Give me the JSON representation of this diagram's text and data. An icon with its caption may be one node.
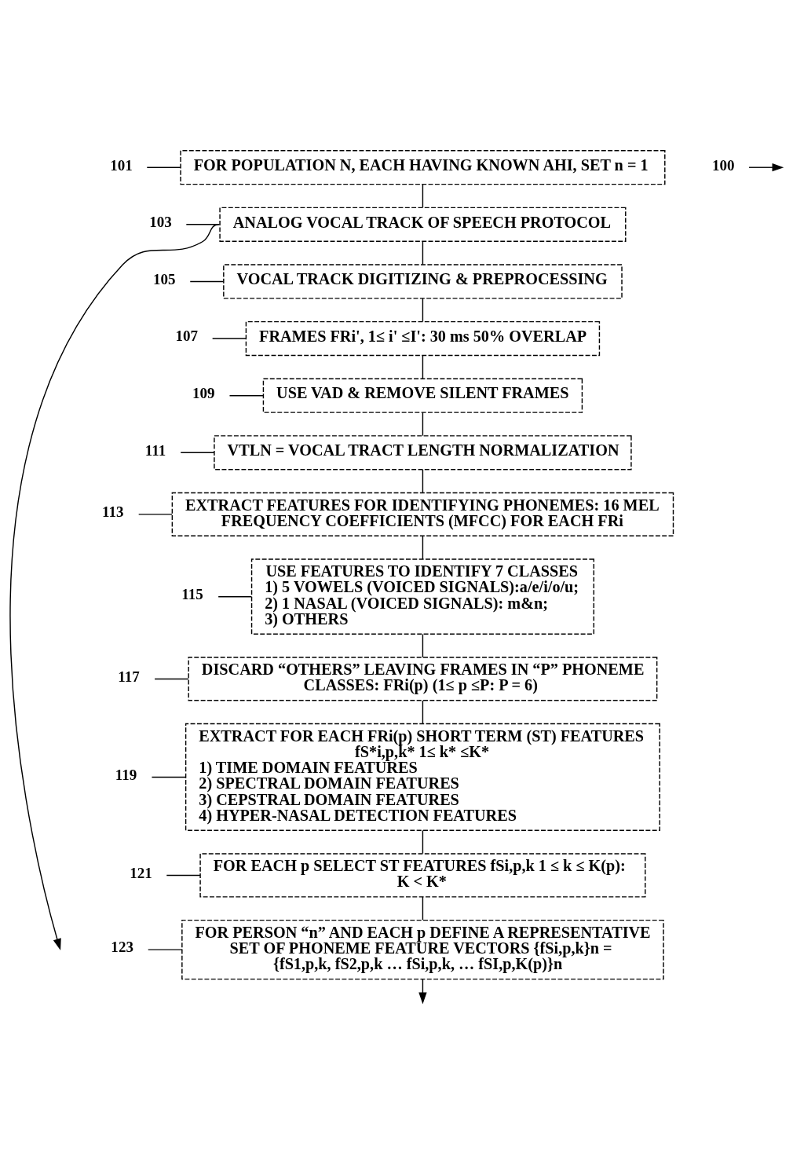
{
  "diagram": {
    "nodes": [
      {
        "text": [
          "FOR POPULATION N, EACH HAVING KNOWN AHI, SET n = 1"
        ]
      },
      {
        "text": [
          "ANALOG VOCAL TRACK OF SPEECH PROTOCOL"
        ]
      },
      {
        "text": [
          "VOCAL TRACK DIGITIZING & PREPROCESSING"
        ]
      },
      {
        "text": [
          "FRAMES FRi', 1≤ i' ≤I': 30 ms 50% OVERLAP"
        ]
      },
      {
        "text": [
          "USE VAD & REMOVE SILENT FRAMES"
        ]
      },
      {
        "text": [
          "VTLN = VOCAL TRACT LENGTH NORMALIZATION"
        ]
      },
      {
        "text": [
          "EXTRACT FEATURES FOR IDENTIFYING PHONEMES: 16 MEL FREQUENCY COEFFICIENTS (MFCC) FOR EACH FRi"
        ]
      },
      {
        "text": [
          "USE FEATURES TO IDENTIFY 7 CLASSES",
          "1) 5 VOWELS (VOICED SIGNALS):a/e/i/o/u;",
          "2) 1 NASAL (VOICED SIGNALS): m&n;",
          "3) OTHERS"
        ]
      },
      {
        "text": [
          "DISCARD “OTHERS” LEAVING FRAMES IN “P” PHONEME CLASSES: FRi(p) (1≤ p ≤P: P = 6)"
        ]
      },
      {
        "text": [
          "EXTRACT FOR EACH FRi(p) SHORT TERM (ST) FEATURES fS*i,p,k* 1≤ k* ≤K*",
          "1) TIME DOMAIN FEATURES",
          "2) SPECTRAL DOMAIN FEATURES",
          "3) CEPSTRAL DOMAIN FEATURES",
          "4) HYPER-NASAL DETECTION FEATURES"
        ]
      },
      {
        "text": [
          "FOR EACH p SELECT ST FEATURES fSi,p,k 1 ≤ k ≤ K(p): K < K*"
        ]
      },
      {
        "text": [
          "FOR PERSON “n” AND EACH p DEFINE A REPRESENTATIVE SET OF PHONEME FEATURE VECTORS {fSi,p,k}n = {fS1,p,k, fS2,p,k … fSi,p,k, … fSI,p,K(p)}n"
        ]
      },
      {
        "text": [
          "100"
        ]
      },
      {
        "text": [
          "101"
        ]
      },
      {
        "text": [
          "103"
        ]
      },
      {
        "text": [
          "105"
        ]
      },
      {
        "text": [
          "107"
        ]
      },
      {
        "text": [
          "109"
        ]
      },
      {
        "text": [
          "111"
        ]
      },
      {
        "text": [
          "113"
        ]
      },
      {
        "text": [
          "115"
        ]
      },
      {
        "text": [
          "117"
        ]
      },
      {
        "text": [
          "119"
        ]
      },
      {
        "text": [
          "121"
        ]
      },
      {
        "text": [
          "123"
        ]
      }
    ],
    "edges": [
      {
        "from": 0,
        "to": 1,
        "arrow": "none"
      },
      {
        "from": 1,
        "to": 2,
        "arrow": "none"
      },
      {
        "from": 2,
        "to": 3,
        "arrow": "none"
      },
      {
        "from": 3,
        "to": 4,
        "arrow": "none"
      },
      {
        "from": 4,
        "to": 5,
        "arrow": "none"
      },
      {
        "from": 5,
        "to": 6,
        "arrow": "none"
      },
      {
        "from": 6,
        "to": 7,
        "arrow": "none"
      },
      {
        "from": 7,
        "to": 8,
        "arrow": "none"
      },
      {
        "from": 8,
        "to": 9,
        "arrow": "none"
      },
      {
        "from": 9,
        "to": 10,
        "arrow": "none"
      },
      {
        "from": 10,
        "to": 11,
        "arrow": "none"
      },
      {
        "from": 11,
        "to": null,
        "arrow": "to"
      },
      {
        "from": 1,
        "to": null,
        "arrow": "to"
      },
      {
        "from": 12,
        "to": null,
        "arrow": "to"
      },
      {
        "from": 13,
        "to": 0,
        "arrow": "none"
      },
      {
        "from": 14,
        "to": 1,
        "arrow": "none"
      },
      {
        "from": 15,
        "to": 2,
        "arrow": "none"
      },
      {
        "from": 16,
        "to": 3,
        "arrow": "none"
      },
      {
        "from": 17,
        "to": 4,
        "arrow": "none"
      },
      {
        "from": 18,
        "to": 5,
        "arrow": "none"
      },
      {
        "from": 19,
        "to": 6,
        "arrow": "none"
      },
      {
        "from": 20,
        "to": 7,
        "arrow": "none"
      },
      {
        "from": 21,
        "to": 8,
        "arrow": "none"
      },
      {
        "from": 22,
        "to": 9,
        "arrow": "none"
      },
      {
        "from": 23,
        "to": 10,
        "arrow": "none"
      },
      {
        "from": 24,
        "to": 11,
        "arrow": "none"
      }
    ]
  }
}
